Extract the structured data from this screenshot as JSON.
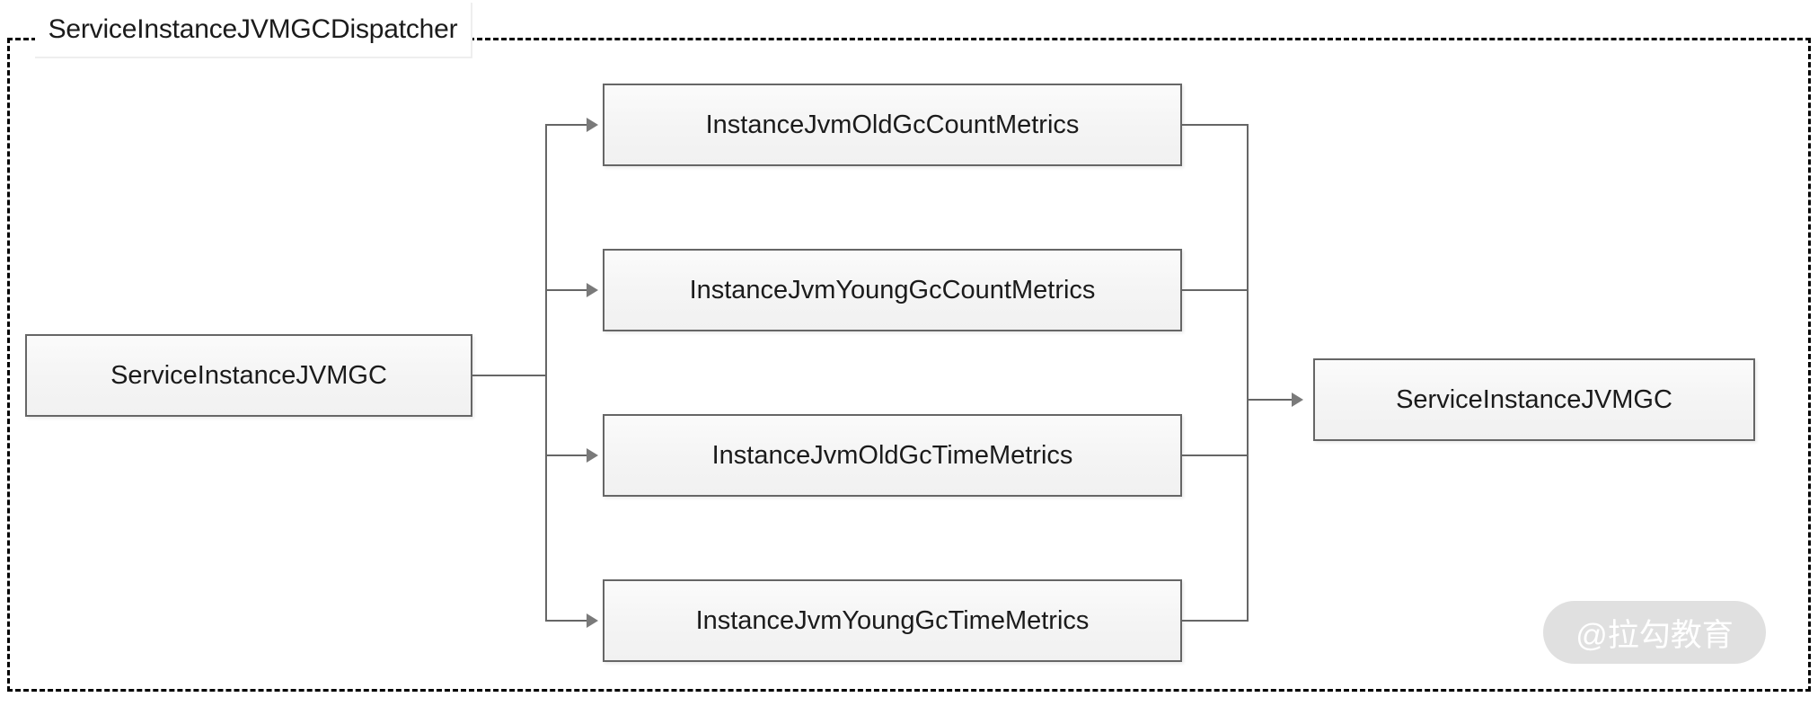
{
  "diagram": {
    "title": "ServiceInstanceJVMGCDispatcher",
    "source_node": {
      "label": "ServiceInstanceJVMGC"
    },
    "metric_nodes": [
      {
        "label": "InstanceJvmOldGcCountMetrics"
      },
      {
        "label": "InstanceJvmYoungGcCountMetrics"
      },
      {
        "label": "InstanceJvmOldGcTimeMetrics"
      },
      {
        "label": "InstanceJvmYoungGcTimeMetrics"
      }
    ],
    "sink_node": {
      "label": "ServiceInstanceJVMGC"
    },
    "colors": {
      "node_border": "#666666",
      "node_fill": "#f4f4f4",
      "connector": "#666666",
      "frame_border": "#000000",
      "text": "#1b1b1b"
    }
  },
  "watermark": {
    "text": "@拉勾教育"
  }
}
